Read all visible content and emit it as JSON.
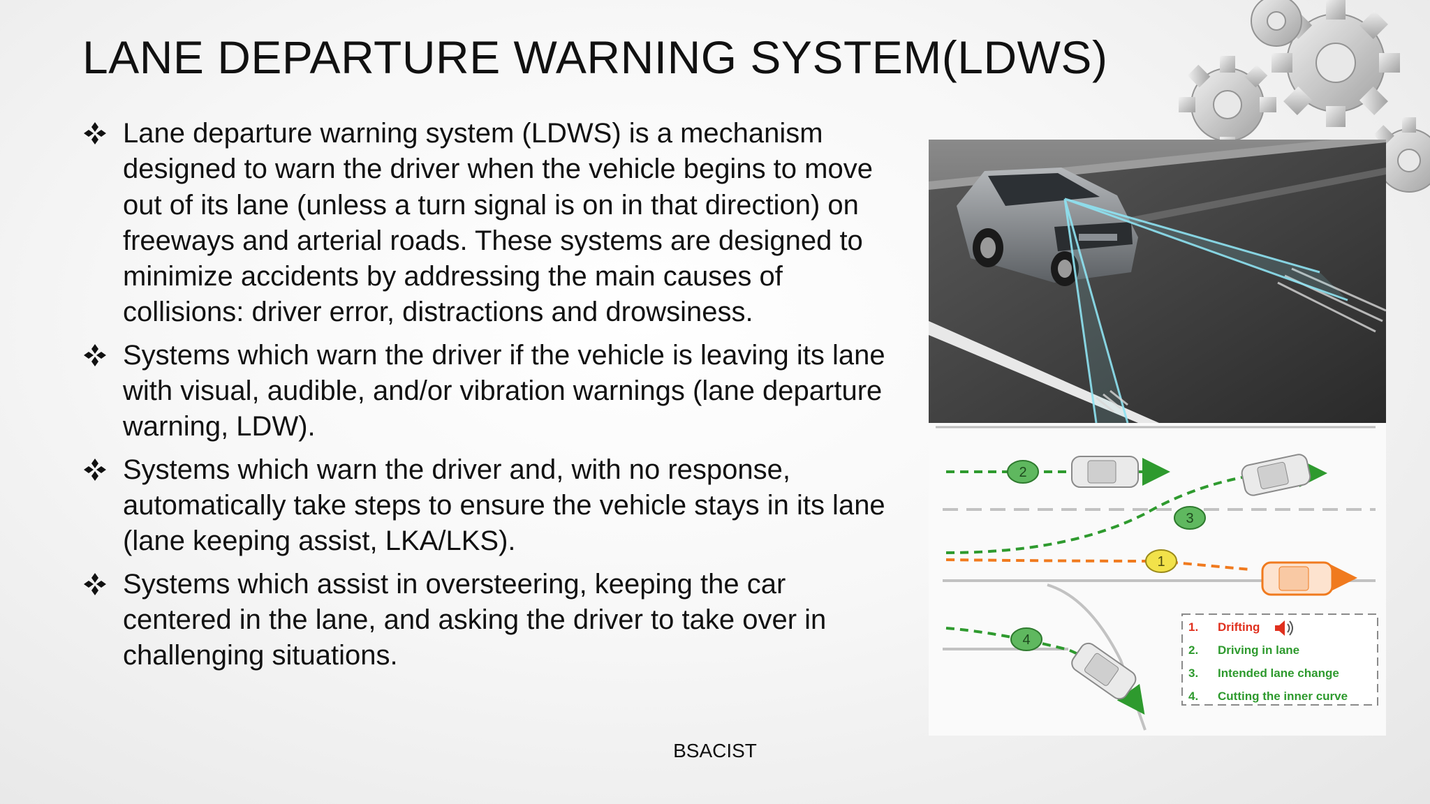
{
  "slide": {
    "title": "LANE DEPARTURE WARNING SYSTEM(LDWS)",
    "bullets": [
      "Lane departure warning system (LDWS) is a mechanism designed to warn the driver when the vehicle begins to move out of its lane (unless a turn signal is on in that direction) on freeways and arterial roads. These systems are designed to minimize accidents by addressing the main causes of collisions: driver error, distractions and drowsiness.",
      "Systems which warn the driver if the vehicle is leaving its lane with visual, audible, and/or vibration warnings (lane departure warning, LDW).",
      "Systems which warn the driver and, with no response, automatically take steps to ensure the vehicle stays in its lane (lane keeping assist, LKA/LKS).",
      "Systems which assist in oversteering, keeping the car centered in the lane, and asking the driver to take over in challenging situations."
    ],
    "bullet_icon": "four-diamond-bullet-icon",
    "footer": "BSACIST"
  },
  "diagram": {
    "markers": [
      "1",
      "2",
      "3",
      "4"
    ],
    "legend": [
      {
        "num": "1.",
        "label": "Drifting",
        "color": "#e0301e"
      },
      {
        "num": "2.",
        "label": "Driving in lane",
        "color": "#2e9a2e"
      },
      {
        "num": "3.",
        "label": "Intended lane change",
        "color": "#2e9a2e"
      },
      {
        "num": "4.",
        "label": "Cutting the inner curve",
        "color": "#2e9a2e"
      }
    ],
    "speaker_icon": "speaker-icon"
  },
  "colors": {
    "drift_orange": "#f07a1e",
    "lane_green": "#2e9a2e",
    "marker_green": "#5fb85f",
    "marker_yellow": "#f2e24a",
    "beam_cyan": "#8fe3f2"
  }
}
